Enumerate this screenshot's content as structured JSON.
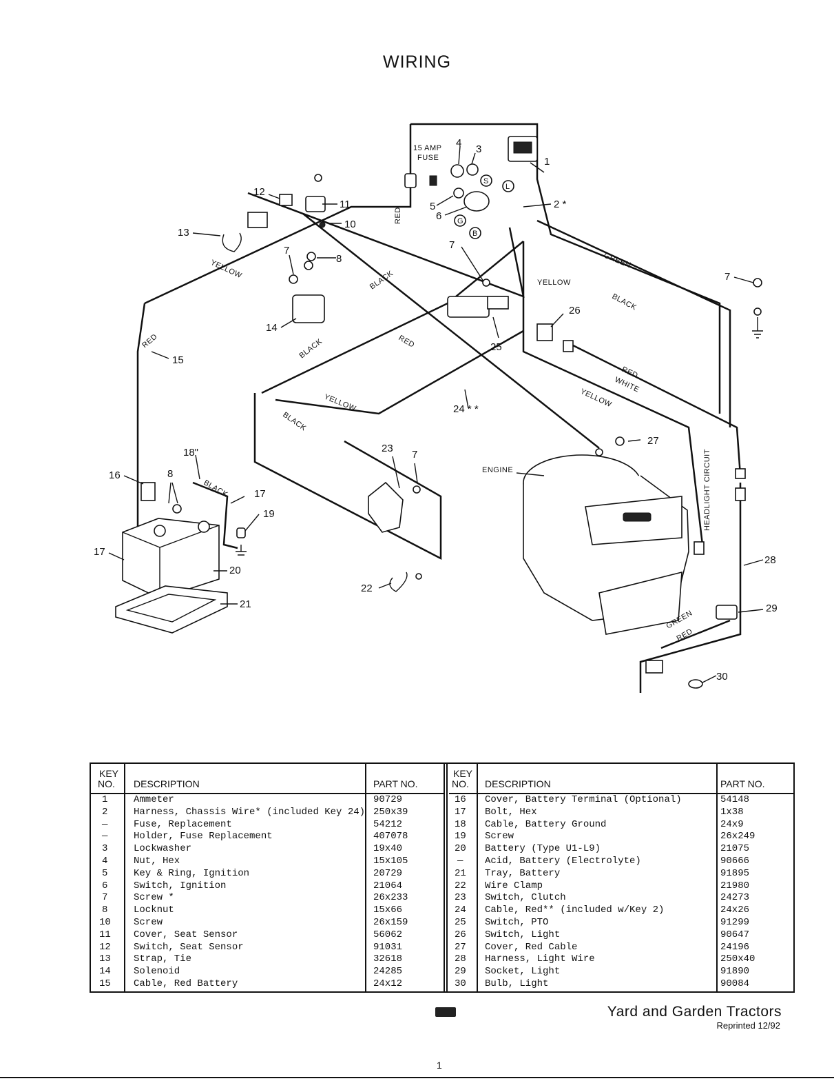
{
  "page": {
    "title": "WIRING",
    "brand": "Yard and Garden Tractors",
    "reprint": "Reprinted 12/92",
    "page_number": "1"
  },
  "diagram": {
    "callouts": [
      "1",
      "2 *",
      "3",
      "4",
      "5",
      "6",
      "7",
      "7",
      "7",
      "7",
      "8",
      "8",
      "10",
      "11",
      "12",
      "13",
      "14",
      "15",
      "16",
      "17",
      "17",
      "18\"",
      "19",
      "20",
      "21",
      "22",
      "23",
      "24 * *",
      "25",
      "26",
      "27",
      "28",
      "29",
      "30"
    ],
    "annotations": {
      "fuse": "15 AMP FUSE",
      "engine": "ENGINE",
      "headlight_circuit": "HEADLIGHT CIRCUIT",
      "terminal_s": "S",
      "terminal_l": "L",
      "terminal_g": "G",
      "terminal_b": "B"
    },
    "wire_colors": [
      "RED",
      "YELLOW",
      "BLACK",
      "GREEN",
      "WHITE"
    ]
  },
  "table": {
    "headers": {
      "key": "KEY NO.",
      "key_line1": "KEY",
      "key_line2": "NO.",
      "description": "DESCRIPTION",
      "part": "PART NO."
    },
    "left_rows": [
      {
        "key": "1",
        "desc": "Ammeter",
        "part": "90729"
      },
      {
        "key": "2",
        "desc": "Harness, Chassis Wire* (included Key 24)",
        "part": "250x39"
      },
      {
        "key": "—",
        "desc": "Fuse, Replacement",
        "part": "54212"
      },
      {
        "key": "—",
        "desc": "Holder, Fuse Replacement",
        "part": "407078"
      },
      {
        "key": "3",
        "desc": "Lockwasher",
        "part": "19x40"
      },
      {
        "key": "4",
        "desc": "Nut, Hex",
        "part": "15x105"
      },
      {
        "key": "5",
        "desc": "Key & Ring, Ignition",
        "part": "20729"
      },
      {
        "key": "6",
        "desc": "Switch, Ignition",
        "part": "21064"
      },
      {
        "key": "7",
        "desc": "Screw *",
        "part": "26x233"
      },
      {
        "key": "8",
        "desc": "Locknut",
        "part": "15x66"
      },
      {
        "key": "10",
        "desc": "Screw",
        "part": "26x159"
      },
      {
        "key": "11",
        "desc": "Cover, Seat Sensor",
        "part": "56062"
      },
      {
        "key": "12",
        "desc": "Switch, Seat Sensor",
        "part": "91031"
      },
      {
        "key": "13",
        "desc": "Strap, Tie",
        "part": "32618"
      },
      {
        "key": "14",
        "desc": "Solenoid",
        "part": "24285"
      },
      {
        "key": "15",
        "desc": "Cable, Red Battery",
        "part": "24x12"
      }
    ],
    "right_rows": [
      {
        "key": "16",
        "desc": "Cover, Battery Terminal (Optional)",
        "part": "54148"
      },
      {
        "key": "17",
        "desc": "Bolt, Hex",
        "part": "1x38"
      },
      {
        "key": "18",
        "desc": "Cable, Battery Ground",
        "part": "24x9"
      },
      {
        "key": "19",
        "desc": "Screw",
        "part": "26x249"
      },
      {
        "key": "20",
        "desc": "Battery (Type U1-L9)",
        "part": "21075"
      },
      {
        "key": "—",
        "desc": "Acid, Battery (Electrolyte)",
        "part": "90666"
      },
      {
        "key": "21",
        "desc": "Tray, Battery",
        "part": "91895"
      },
      {
        "key": "22",
        "desc": "Wire Clamp",
        "part": "21980"
      },
      {
        "key": "23",
        "desc": "Switch, Clutch",
        "part": "24273"
      },
      {
        "key": "24",
        "desc": "Cable, Red** (included w/Key 2)",
        "part": "24x26"
      },
      {
        "key": "25",
        "desc": "Switch, PTO",
        "part": "91299"
      },
      {
        "key": "26",
        "desc": "Switch, Light",
        "part": "90647"
      },
      {
        "key": "27",
        "desc": "Cover, Red Cable",
        "part": "24196"
      },
      {
        "key": "28",
        "desc": "Harness, Light Wire",
        "part": "250x40"
      },
      {
        "key": "29",
        "desc": "Socket, Light",
        "part": "91890"
      },
      {
        "key": "30",
        "desc": "Bulb, Light",
        "part": "90084"
      }
    ]
  }
}
